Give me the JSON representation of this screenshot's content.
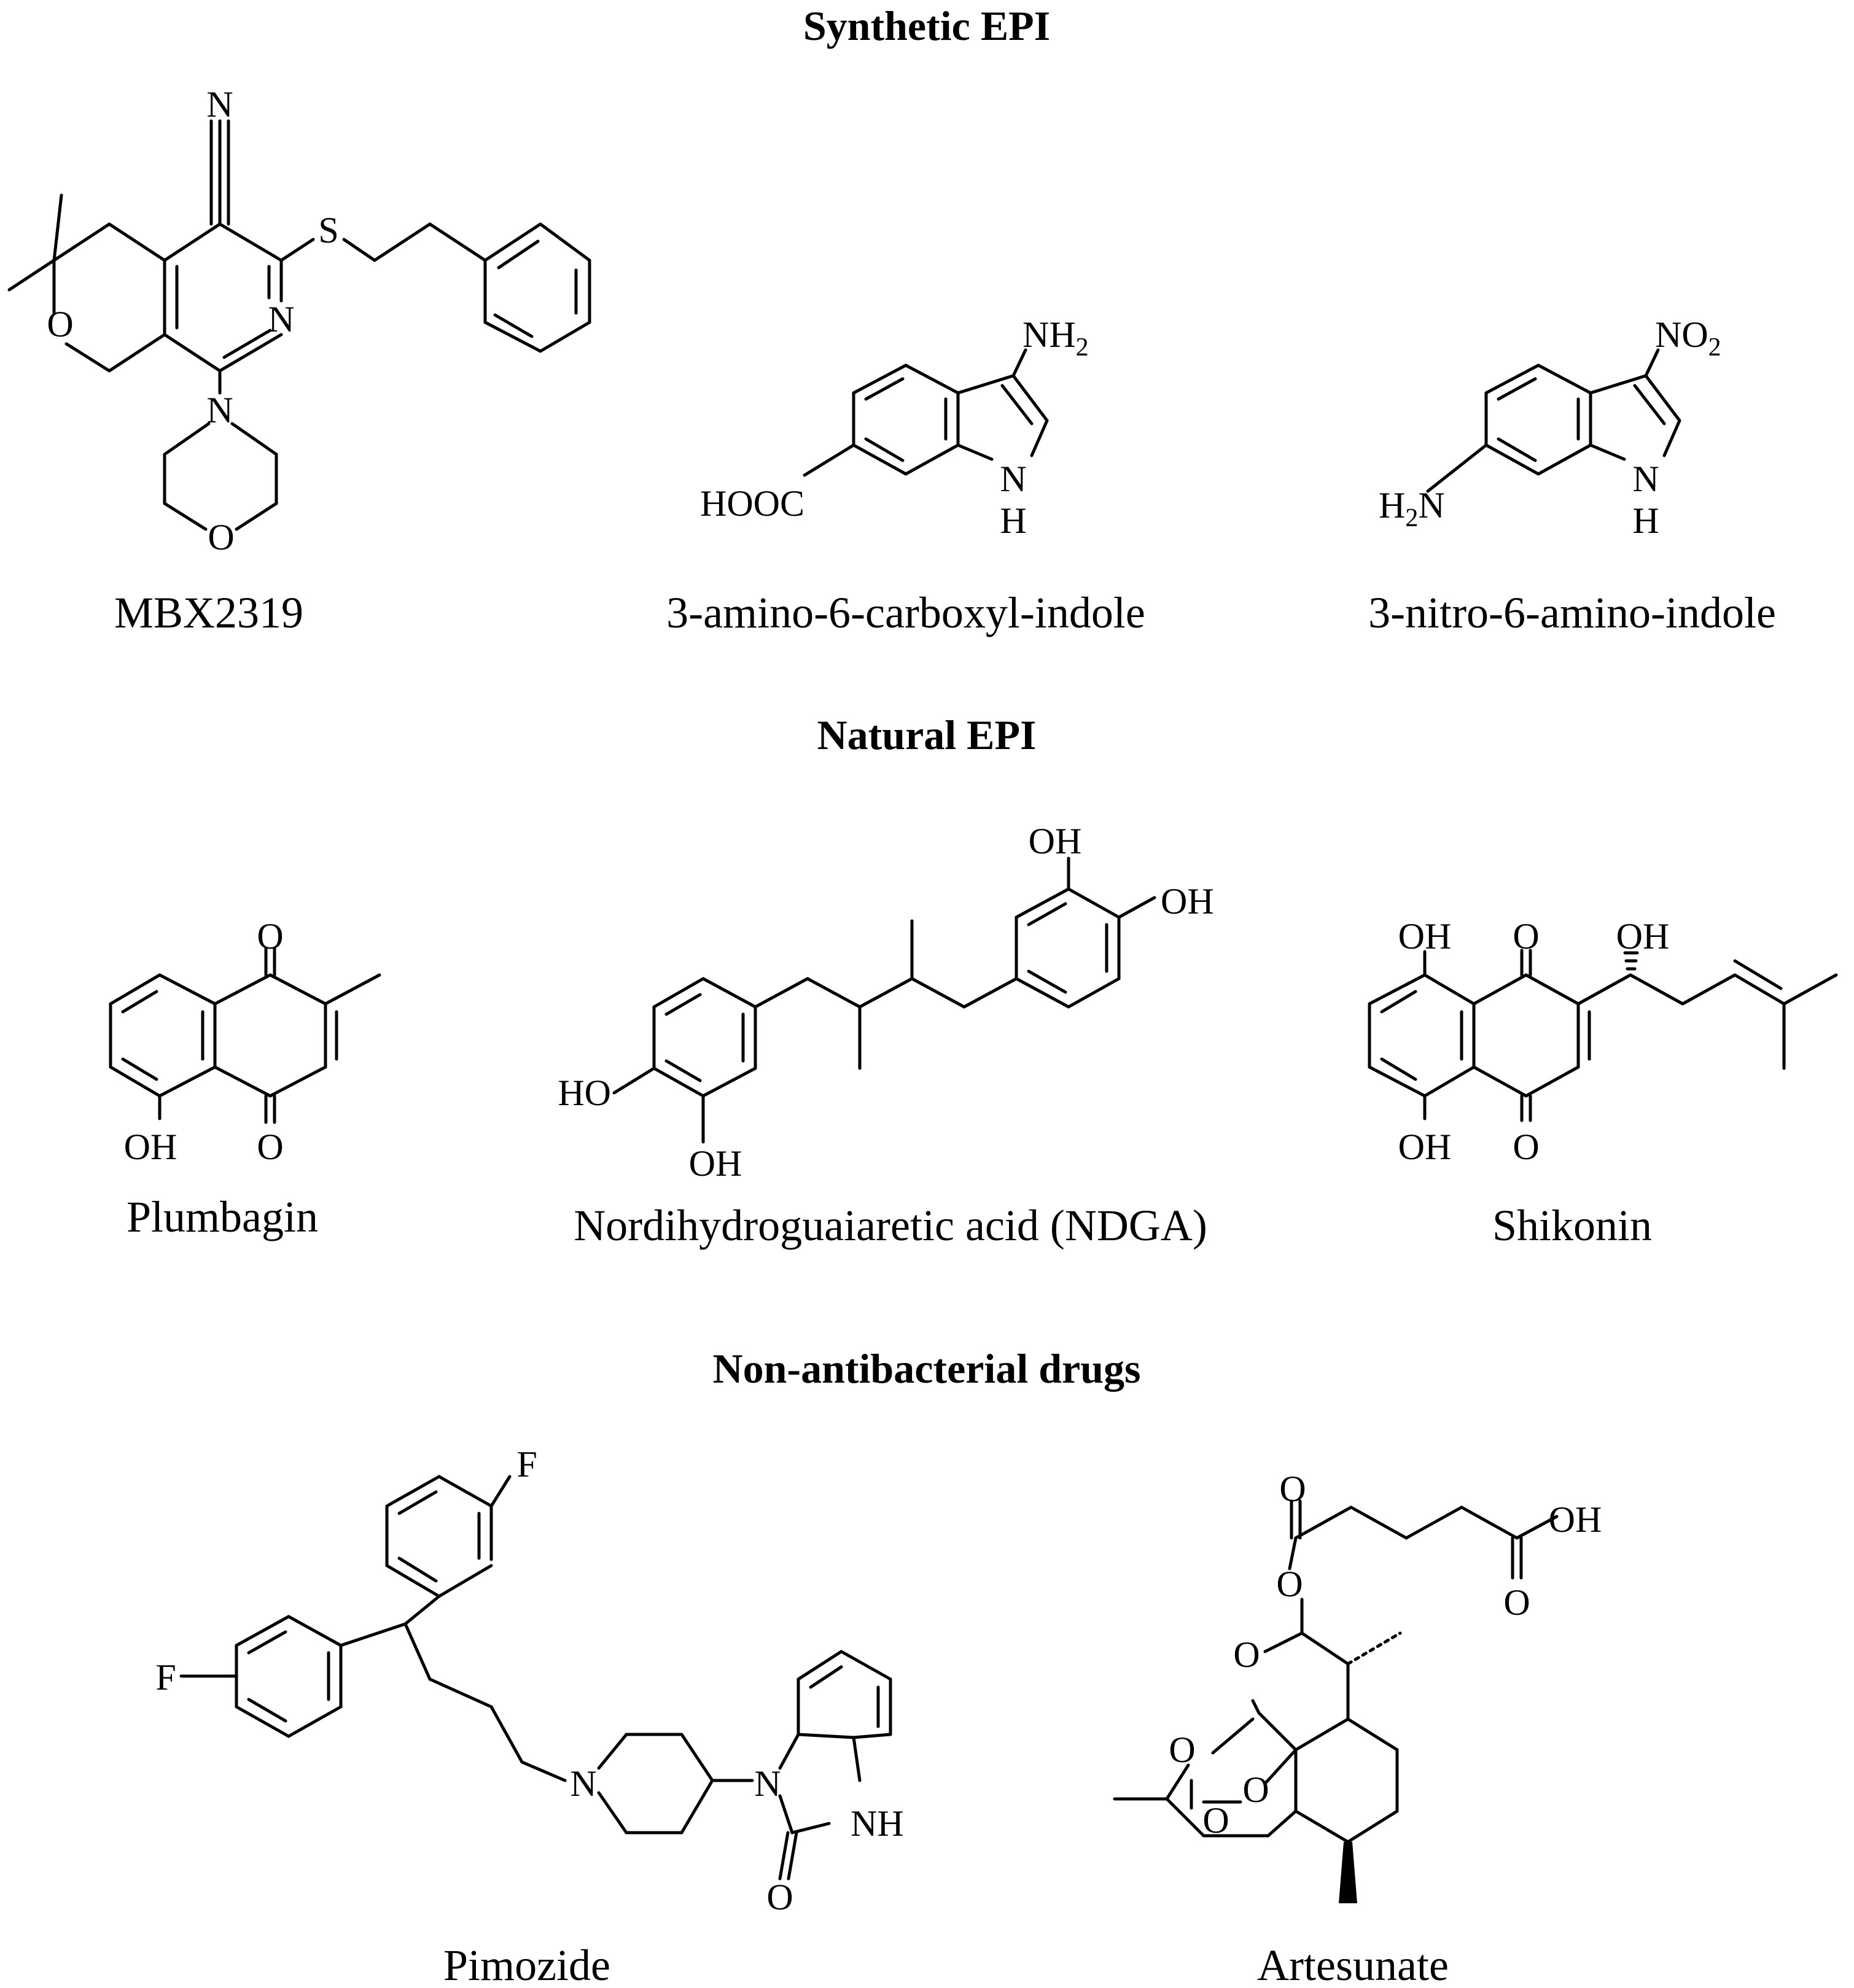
{
  "sections": {
    "synthetic": "Synthetic EPI",
    "natural": "Natural EPI",
    "nonantibacterial": "Non-antibacterial drugs"
  },
  "compounds": {
    "mbx2319": "MBX2319",
    "amino_carboxyl_indole": "3-amino-6-carboxyl-indole",
    "nitro_amino_indole": "3-nitro-6-amino-indole",
    "plumbagin": "Plumbagin",
    "ndga": "Nordihydroguaiaretic acid (NDGA)",
    "shikonin": "Shikonin",
    "pimozide": "Pimozide",
    "artesunate": "Artesunate"
  },
  "atoms": {
    "N": "N",
    "O": "O",
    "S": "S",
    "F": "F",
    "H": "H",
    "OH": "OH",
    "HO": "HO",
    "NH": "NH",
    "NH2": "NH",
    "NO2": "NO",
    "H2N_H": "H",
    "H2N_N": "N",
    "sub2": "2",
    "HOOC": "HOOC"
  },
  "colors": {
    "ink": "#000000",
    "background": "#ffffff"
  }
}
